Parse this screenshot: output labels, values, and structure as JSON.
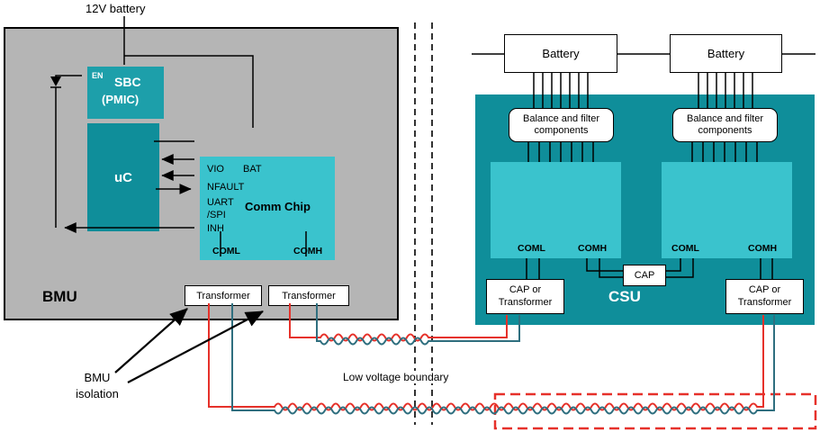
{
  "labels": {
    "battery_12v": "12V battery",
    "bmu": "BMU",
    "csu": "CSU",
    "bmu_isolation": "BMU isolation",
    "low_voltage_boundary": "Low voltage boundary"
  },
  "bmu": {
    "sbc": {
      "en": "EN",
      "name": "SBC",
      "sub": "(PMIC)"
    },
    "uc": "uC",
    "comm_chip": {
      "name": "Comm Chip",
      "vio": "VIO",
      "bat": "BAT",
      "nfault": "NFAULT",
      "uart": "UART",
      "spi": "/SPI",
      "inh": "INH",
      "coml": "COML",
      "comh": "COMH"
    },
    "transformer_left": "Transformer",
    "transformer_right": "Transformer"
  },
  "csu": {
    "battery_left": "Battery",
    "battery_right": "Battery",
    "balance_left": "Balance and filter components",
    "balance_right": "Balance and filter components",
    "block_left": {
      "coml": "COML",
      "comh": "COMH"
    },
    "block_right": {
      "coml": "COML",
      "comh": "COMH"
    },
    "cap": "CAP",
    "cap_or_transformer_left": "CAP or Transformer",
    "cap_or_transformer_right": "CAP or Transformer"
  },
  "colors": {
    "bmu_fill": "#b5b5b5",
    "teal_dark": "#0f8e9a",
    "teal_mid": "#1d9faa",
    "teal_light": "#3ac3cd",
    "wire_red": "#e6312a",
    "wire_teal": "#2f6f7f"
  }
}
